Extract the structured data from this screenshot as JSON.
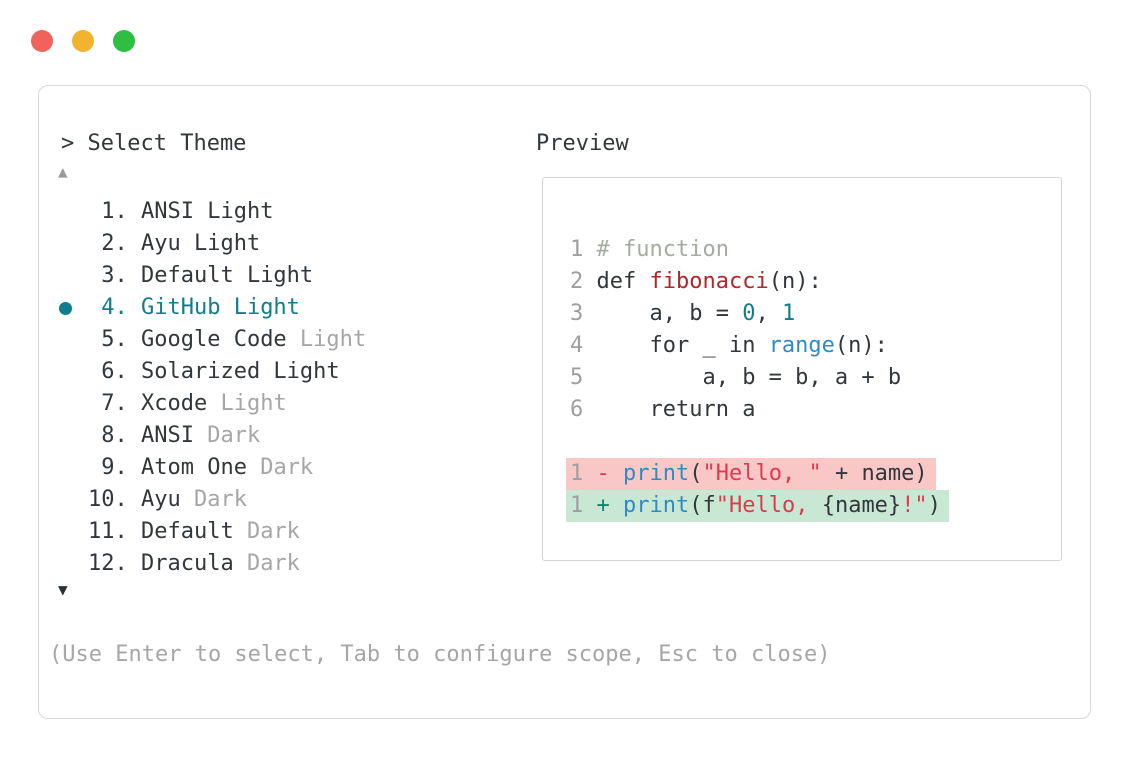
{
  "window": {
    "traffic_lights": [
      {
        "name": "close",
        "color": "#f2625c"
      },
      {
        "name": "minimize",
        "color": "#f2b32e"
      },
      {
        "name": "zoom",
        "color": "#2cbf41"
      }
    ]
  },
  "prompt": {
    "text": "> Select Theme"
  },
  "scroll": {
    "up_glyph": "▲",
    "down_glyph": "▼"
  },
  "theme_list": {
    "items": [
      {
        "num": "1.",
        "name": "ANSI Light",
        "suffix": "",
        "selected": false
      },
      {
        "num": "2.",
        "name": "Ayu Light",
        "suffix": "",
        "selected": false
      },
      {
        "num": "3.",
        "name": "Default Light",
        "suffix": "",
        "selected": false
      },
      {
        "num": "4.",
        "name": "GitHub Light",
        "suffix": "",
        "selected": true
      },
      {
        "num": "5.",
        "name": "Google Code",
        "suffix": " Light",
        "selected": false
      },
      {
        "num": "6.",
        "name": "Solarized Light",
        "suffix": "",
        "selected": false
      },
      {
        "num": "7.",
        "name": "Xcode",
        "suffix": " Light",
        "selected": false
      },
      {
        "num": "8.",
        "name": "ANSI",
        "suffix": " Dark",
        "selected": false
      },
      {
        "num": "9.",
        "name": "Atom One",
        "suffix": " Dark",
        "selected": false
      },
      {
        "num": "10.",
        "name": "Ayu",
        "suffix": " Dark",
        "selected": false
      },
      {
        "num": "11.",
        "name": "Default",
        "suffix": " Dark",
        "selected": false
      },
      {
        "num": "12.",
        "name": "Dracula",
        "suffix": " Dark",
        "selected": false
      }
    ]
  },
  "preview": {
    "label": "Preview",
    "code_lines": [
      {
        "tokens": [
          {
            "t": "1 ",
            "c": "lnum"
          },
          {
            "t": "# function",
            "c": "comment"
          }
        ]
      },
      {
        "tokens": [
          {
            "t": "2 ",
            "c": "lnum"
          },
          {
            "t": "def ",
            "c": "plain"
          },
          {
            "t": "fibonacci",
            "c": "func"
          },
          {
            "t": "(n):",
            "c": "plain"
          }
        ]
      },
      {
        "tokens": [
          {
            "t": "3 ",
            "c": "lnum"
          },
          {
            "t": "    a, b = ",
            "c": "plain"
          },
          {
            "t": "0",
            "c": "number"
          },
          {
            "t": ", ",
            "c": "plain"
          },
          {
            "t": "1",
            "c": "number"
          }
        ]
      },
      {
        "tokens": [
          {
            "t": "4 ",
            "c": "lnum"
          },
          {
            "t": "    for _ in ",
            "c": "plain"
          },
          {
            "t": "range",
            "c": "builtin"
          },
          {
            "t": "(n):",
            "c": "plain"
          }
        ]
      },
      {
        "tokens": [
          {
            "t": "5 ",
            "c": "lnum"
          },
          {
            "t": "        a, b = b, a + b",
            "c": "plain"
          }
        ]
      },
      {
        "tokens": [
          {
            "t": "6 ",
            "c": "lnum"
          },
          {
            "t": "    return a",
            "c": "plain"
          }
        ]
      }
    ],
    "diff_lines": [
      {
        "kind": "removed",
        "tokens": [
          {
            "t": "1 ",
            "c": "lnum"
          },
          {
            "t": "- ",
            "c": "string"
          },
          {
            "t": "print",
            "c": "builtin"
          },
          {
            "t": "(",
            "c": "plain"
          },
          {
            "t": "\"Hello, \"",
            "c": "string"
          },
          {
            "t": " + name)",
            "c": "plain"
          }
        ]
      },
      {
        "kind": "added",
        "tokens": [
          {
            "t": "1 ",
            "c": "lnum"
          },
          {
            "t": "+ ",
            "c": "plus"
          },
          {
            "t": "print",
            "c": "builtin"
          },
          {
            "t": "(f",
            "c": "plain"
          },
          {
            "t": "\"Hello, ",
            "c": "string"
          },
          {
            "t": "{name}",
            "c": "plain"
          },
          {
            "t": "!\"",
            "c": "string"
          },
          {
            "t": ")",
            "c": "plain"
          }
        ]
      }
    ]
  },
  "hint": {
    "text": "(Use Enter to select, Tab to configure scope, Esc to close)"
  },
  "colors": {
    "accent": "#0f7d8c",
    "removed-bg": "#fac7c7",
    "added-bg": "#c8e8d4",
    "string": "#de3a4f",
    "builtin": "#2e8cc5",
    "func": "#ad272d",
    "comment": "#a4ac9e",
    "plus": "#13806c",
    "tl-red": "#f2625c",
    "tl-yellow": "#f2b32e",
    "tl-green": "#2cbf41"
  }
}
